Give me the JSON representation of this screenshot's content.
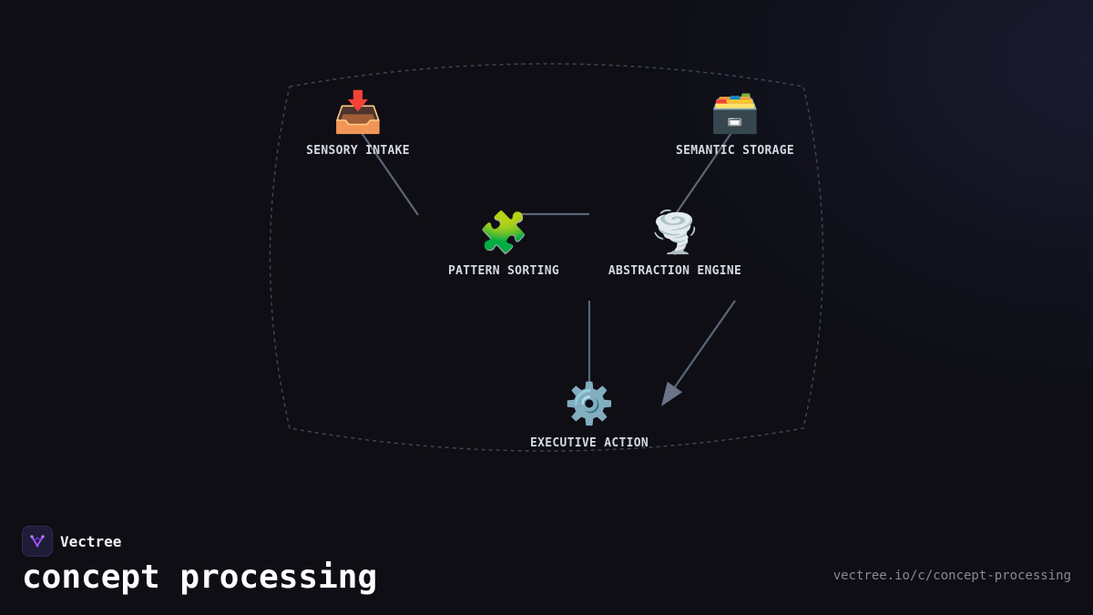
{
  "brand": {
    "name": "Vectree",
    "logo_color": "#a855f7"
  },
  "page": {
    "title": "concept processing",
    "url": "vectree.io/c/concept-processing"
  },
  "colors": {
    "background": "#0e0e14",
    "edge": "#5b6678",
    "boundary": "#3c4558",
    "label": "#d4d8e2"
  },
  "nodes": [
    {
      "id": "sensory-intake",
      "label": "SENSORY INTAKE",
      "icon": "📥",
      "icon_name": "inbox-tray-icon"
    },
    {
      "id": "semantic-storage",
      "label": "SEMANTIC STORAGE",
      "icon": "🗃️",
      "icon_name": "card-file-box-icon"
    },
    {
      "id": "pattern-sorting",
      "label": "PATTERN SORTING",
      "icon": "🧩",
      "icon_name": "puzzle-piece-icon"
    },
    {
      "id": "abstraction-engine",
      "label": "ABSTRACTION ENGINE",
      "icon": "🌪️",
      "icon_name": "tornado-icon"
    },
    {
      "id": "executive-action",
      "label": "EXECUTIVE ACTION",
      "icon": "⚙️",
      "icon_name": "gear-icon"
    }
  ],
  "edges": [
    {
      "from": "sensory-intake",
      "to": "pattern-sorting"
    },
    {
      "from": "pattern-sorting",
      "to": "abstraction-engine"
    },
    {
      "from": "semantic-storage",
      "to": "abstraction-engine"
    },
    {
      "from": "pattern-sorting",
      "to": "executive-action"
    },
    {
      "from": "semantic-storage",
      "to": "executive-action",
      "arrow": true
    }
  ]
}
